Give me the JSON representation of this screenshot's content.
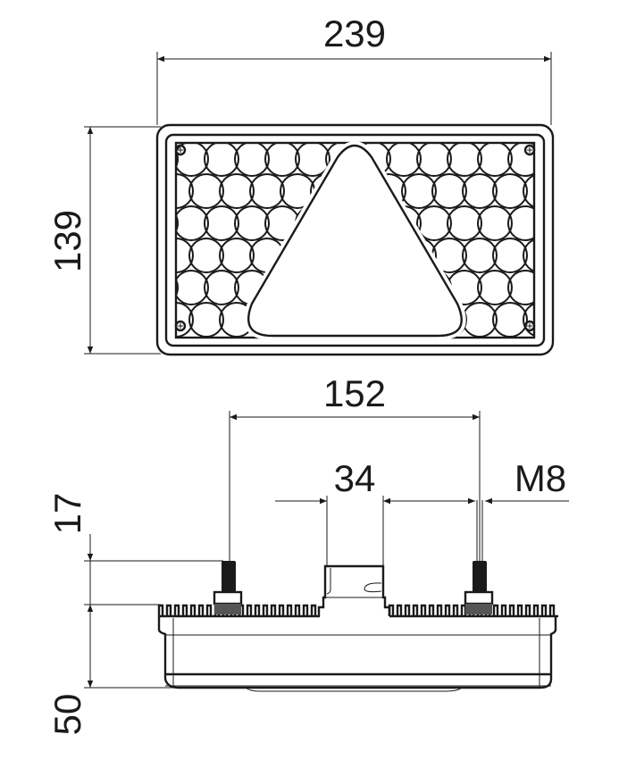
{
  "drawing": {
    "title": "Rear combination lamp dimensional drawing",
    "dimensions": {
      "width": "239",
      "height": "139",
      "bolt_spacing": "152",
      "connector_width": "34",
      "bolt_thread": "M8",
      "bolt_length": "17",
      "depth": "50"
    },
    "line_color": "#1a1a1a"
  }
}
